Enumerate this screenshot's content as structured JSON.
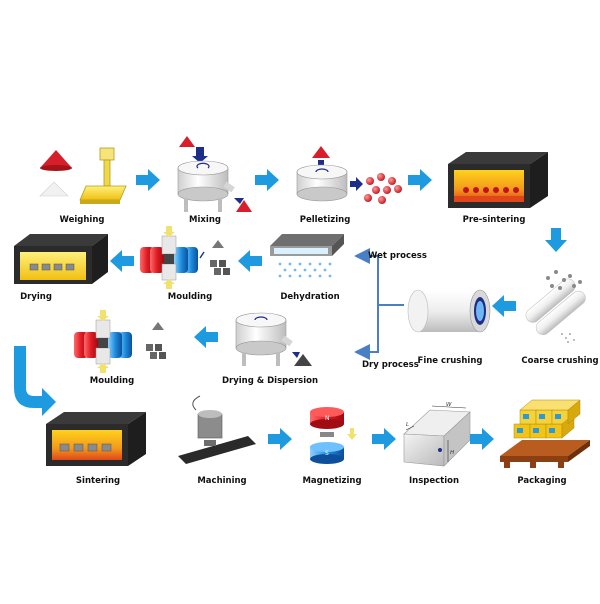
{
  "steps": {
    "weighing": "Weighing",
    "mixing": "Mixing",
    "pelletizing": "Pelletizing",
    "pre_sintering": "Pre-sintering",
    "drying": "Drying",
    "moulding_top": "Moulding",
    "dehydration": "Dehydration",
    "wet_process": "Wet process",
    "fine_crushing": "Fine crushing",
    "coarse_crushing": "Coarse crushing",
    "dry_process": "Dry process",
    "moulding_bottom": "Moulding",
    "drying_dispersion": "Drying & Dispersion",
    "sintering": "Sintering",
    "machining": "Machining",
    "magnetizing": "Magnetizing",
    "inspection": "Inspection",
    "packaging": "Packaging"
  },
  "marks": {
    "magnet_n": "N",
    "magnet_s": "S",
    "dim_w": "W",
    "dim_l": "L",
    "dim_h": "H"
  },
  "colors": {
    "arrow_blue": "#1e9be0",
    "flow_line_blue": "#4a7fc4",
    "powder_red": "#d61f2a",
    "furnace_orange": "#f08a1c",
    "furnace_dark": "#2b2b2b",
    "pallet_brown": "#a8521c",
    "box_yellow": "#f2c418"
  }
}
